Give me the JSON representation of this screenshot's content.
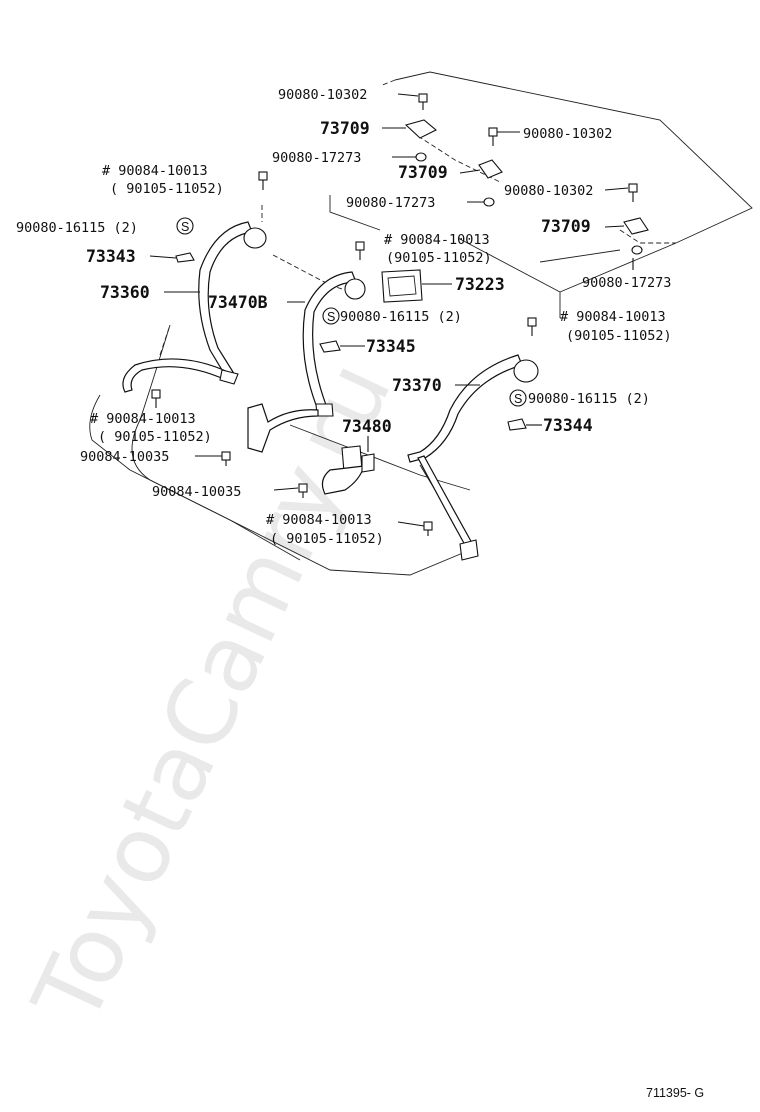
{
  "watermark": "ToyotaCamry.ru",
  "figure_ref": "711395- G",
  "callouts": {
    "c1": "90080-10302",
    "c2": "73709",
    "c3": "90080-17273",
    "c4": "# 90084-10013",
    "c5": "( 90105-11052)",
    "c6": "90080-10302",
    "c7": "73709",
    "c8": "90080-10302",
    "c9": "90080-17273",
    "c10": "90080-16115 (2)",
    "c11": "73343",
    "c12": "# 90084-10013",
    "c13": "(90105-11052)",
    "c14": "73709",
    "c15": "73223",
    "c16": "90080-17273",
    "c17": "73360",
    "c18": "73470B",
    "c19": "90080-16115 (2)",
    "c20": "# 90084-10013",
    "c21": "(90105-11052)",
    "c22": "73345",
    "c23": "73370",
    "c24": "90080-16115 (2)",
    "c25": "# 90084-10013",
    "c26": "( 90105-11052)",
    "c27": "73480",
    "c28": "73344",
    "c29": "90084-10035",
    "c30": "90084-10035",
    "c31": "# 90084-10013",
    "c32": "( 90105-11052)",
    "s_mark": "S"
  }
}
